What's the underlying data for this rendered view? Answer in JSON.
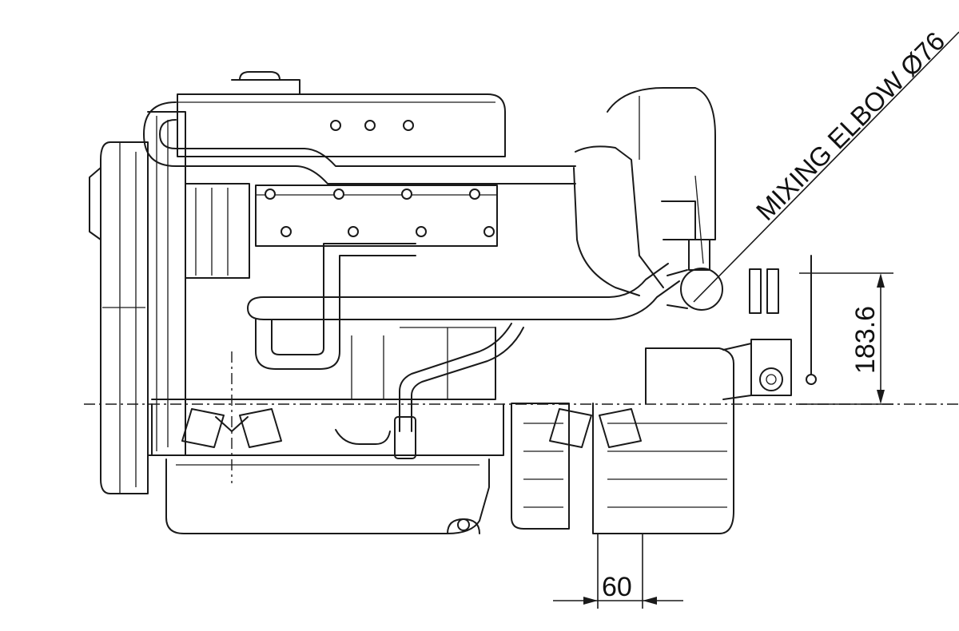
{
  "drawing": {
    "callout_label": "MIXING ELBOW Ø76",
    "dimensions": {
      "vertical_offset": "183.6",
      "horizontal_offset": "60"
    }
  }
}
